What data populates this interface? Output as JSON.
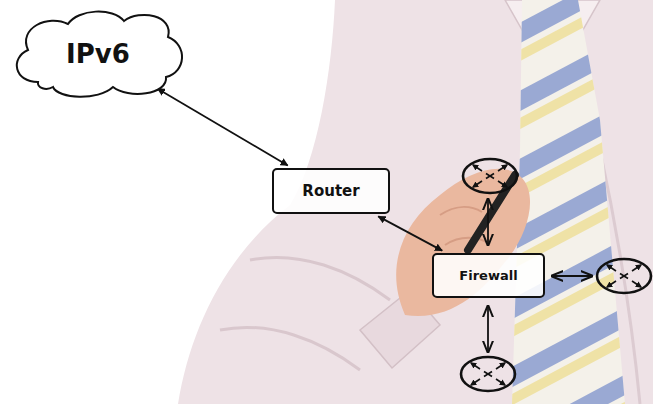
{
  "diagram": {
    "nodes": [
      {
        "text": [
          "IPv6"
        ]
      },
      {
        "text": [
          "Router"
        ]
      },
      {
        "text": [
          "Firewall"
        ]
      }
    ],
    "edges": [
      {
        "from": 0,
        "to": 1,
        "arrow": "both"
      },
      {
        "from": 1,
        "to": 2,
        "arrow": "both"
      }
    ]
  }
}
